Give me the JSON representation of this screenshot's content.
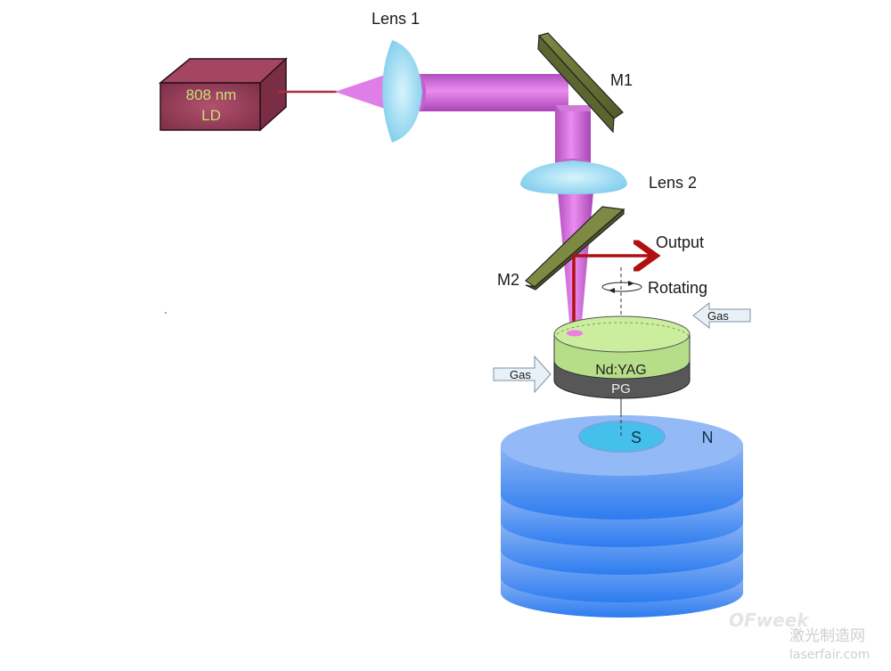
{
  "diagram": {
    "title": "Thin-disk Nd:YAG laser pumped by 808 nm LD with rotating disk and magnet",
    "source_label_line1": "808 nm",
    "source_label_line2": "LD",
    "lens1_label": "Lens 1",
    "lens2_label": "Lens 2",
    "mirror1_label": "M1",
    "mirror2_label": "M2",
    "output_label": "Output",
    "rotating_label": "Rotating",
    "gas_right_label": "Gas",
    "gas_left_label": "Gas",
    "crystal_label": "Nd:YAG",
    "heatsink_label": "PG",
    "magnet_south_label": "S",
    "magnet_north_label": "N",
    "watermark_brand": "OFweek",
    "watermark_cn": "激光制造网",
    "watermark_url": "laserfair.com",
    "colors": {
      "ld_box": "#8f3a55",
      "ld_text": "#c8e070",
      "pump_beam": "#d070d8",
      "lens": "#8fd4f0",
      "mirror": "#6b7538",
      "output_beam": "#b01010",
      "disk_top": "#c9ec9a",
      "heatsink": "#555555",
      "magnet": "#5a94f0",
      "magnet_center": "#46c0ec"
    }
  }
}
